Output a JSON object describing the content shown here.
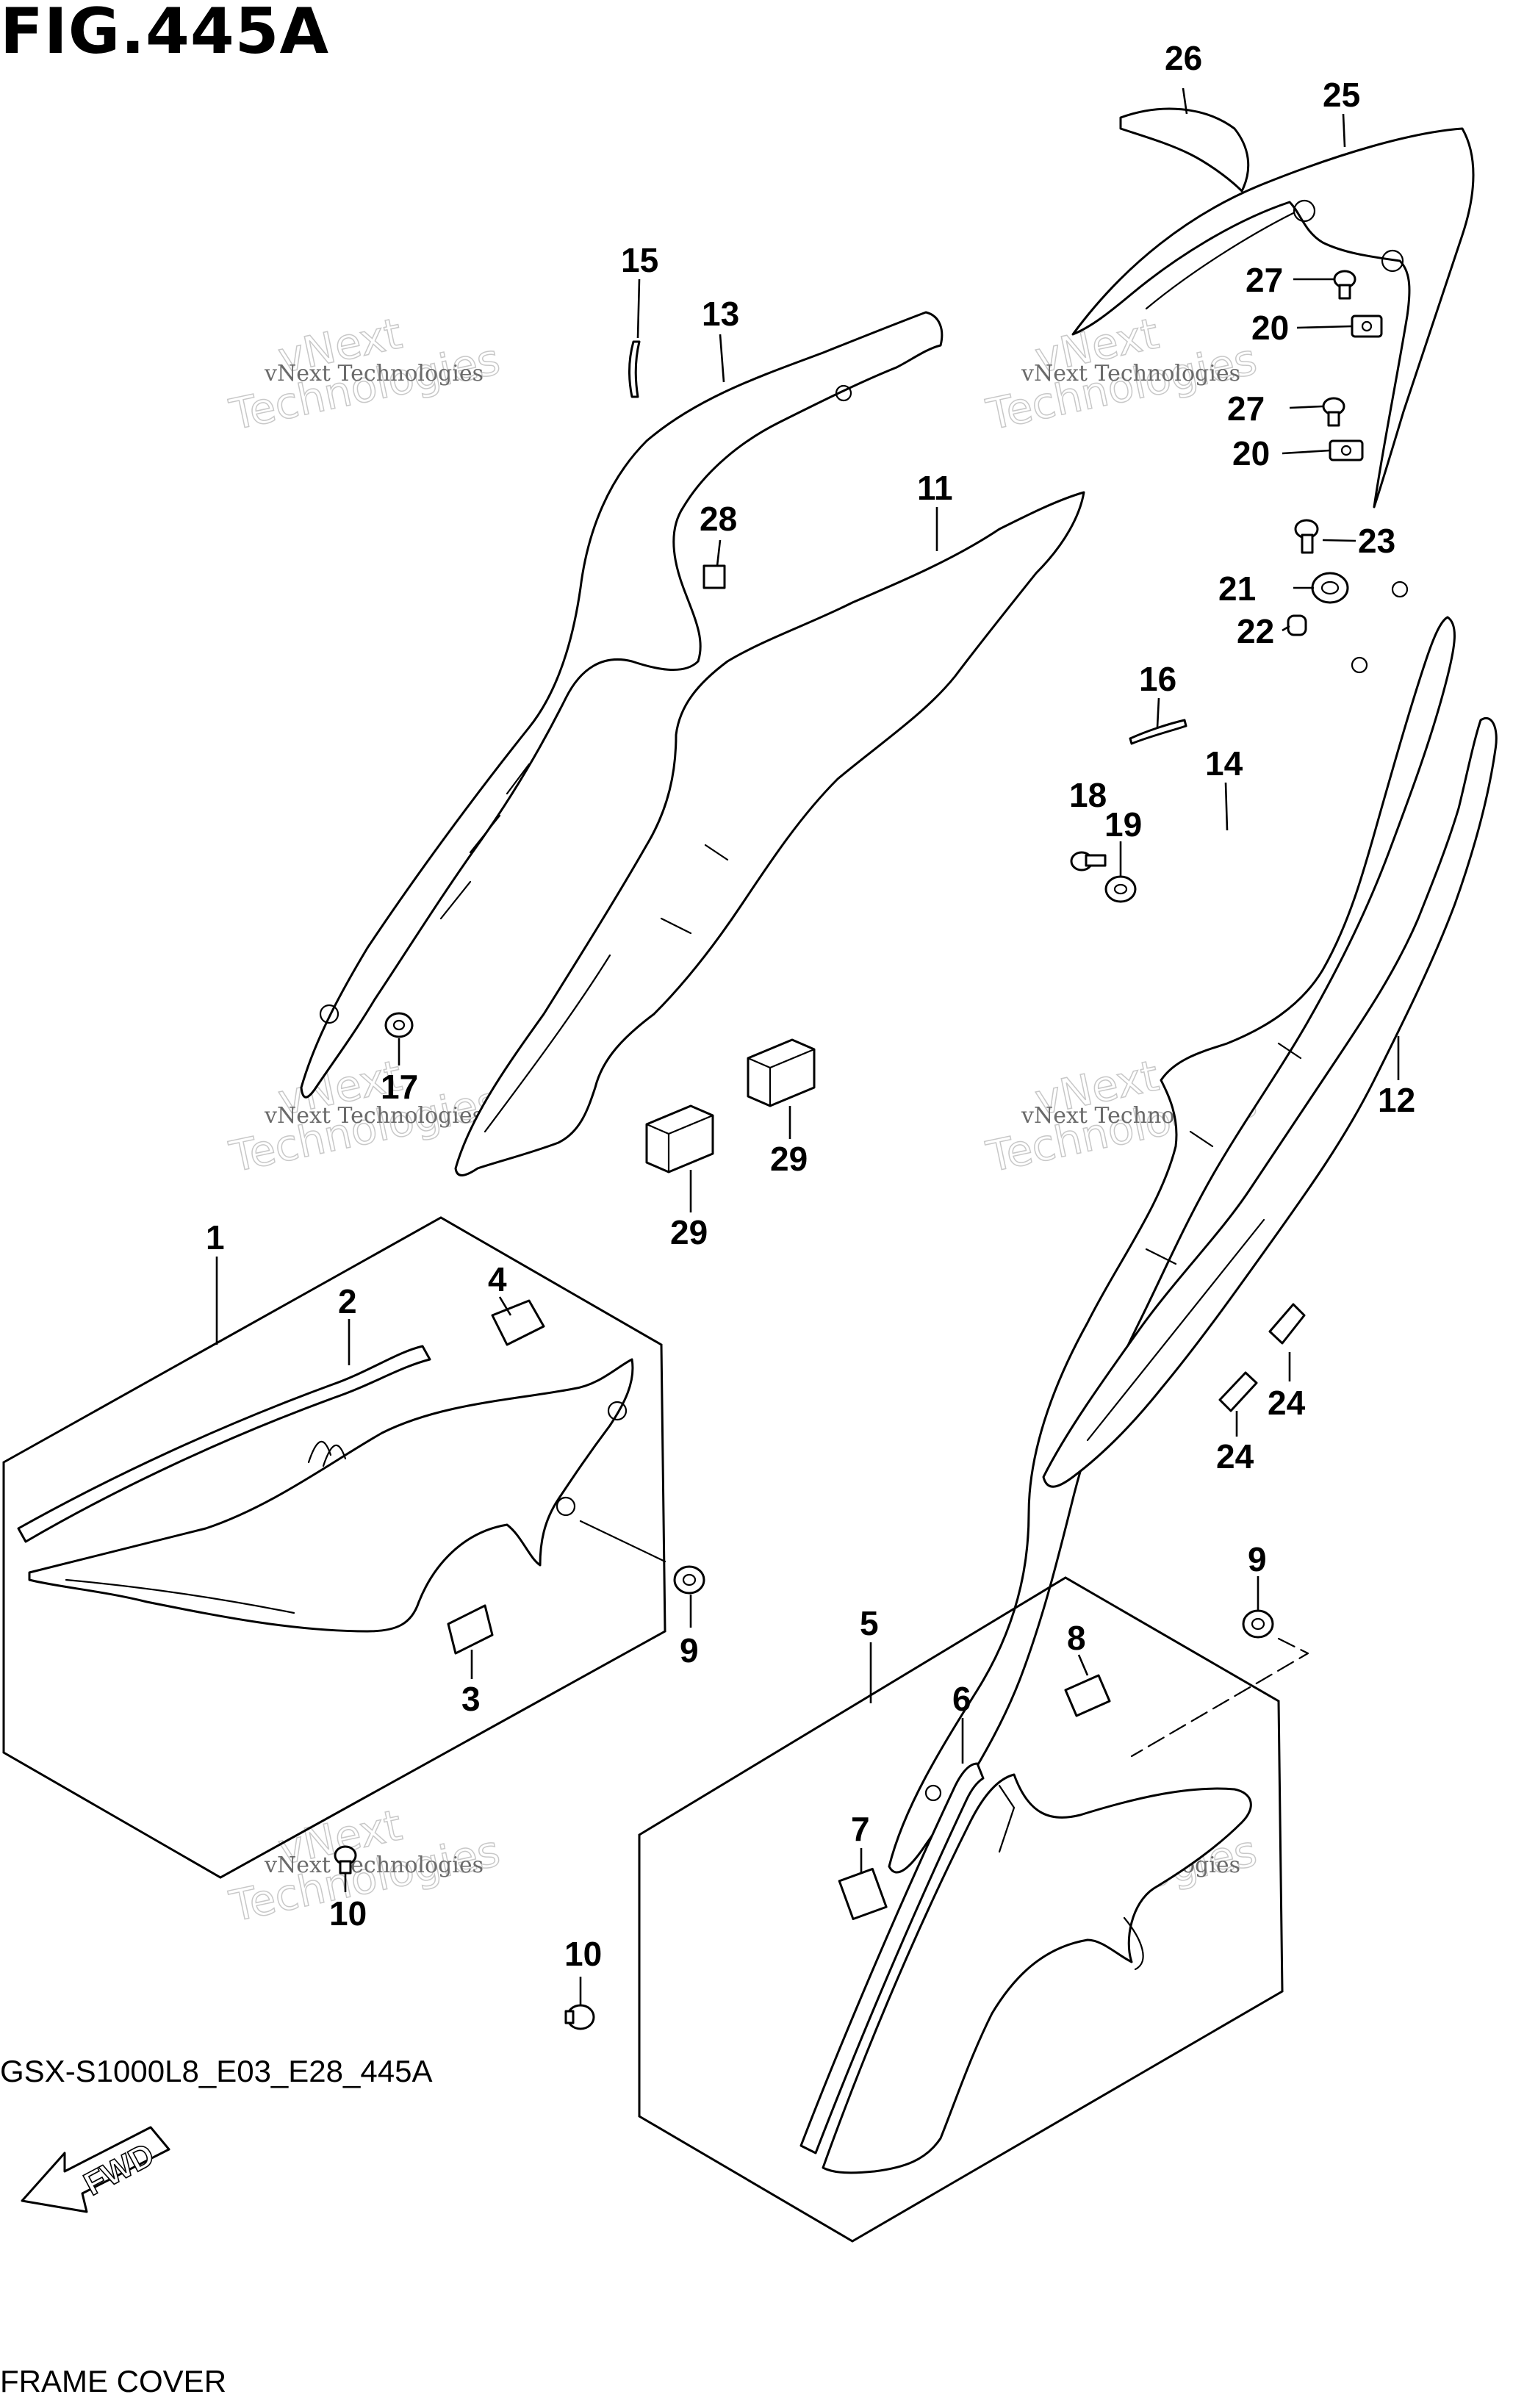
{
  "figure": {
    "title": "FIG.445A",
    "model_code": "GSX-S1000L8_E03_E28_445A",
    "name": "FRAME COVER"
  },
  "watermark": {
    "line_1": "vNext Technologies",
    "line_2": "vNext",
    "line_3": "Technologies"
  },
  "direction_arrow_label": "FWD",
  "callouts": [
    {
      "id": "c26",
      "label": "26"
    },
    {
      "id": "c25",
      "label": "25"
    },
    {
      "id": "c15",
      "label": "15"
    },
    {
      "id": "c13",
      "label": "13"
    },
    {
      "id": "c27a",
      "label": "27"
    },
    {
      "id": "c20a",
      "label": "20"
    },
    {
      "id": "c27b",
      "label": "27"
    },
    {
      "id": "c20b",
      "label": "20"
    },
    {
      "id": "c28",
      "label": "28"
    },
    {
      "id": "c11",
      "label": "11"
    },
    {
      "id": "c23",
      "label": "23"
    },
    {
      "id": "c21",
      "label": "21"
    },
    {
      "id": "c22",
      "label": "22"
    },
    {
      "id": "c16",
      "label": "16"
    },
    {
      "id": "c14",
      "label": "14"
    },
    {
      "id": "c18",
      "label": "18"
    },
    {
      "id": "c19",
      "label": "19"
    },
    {
      "id": "c17",
      "label": "17"
    },
    {
      "id": "c29a",
      "label": "29"
    },
    {
      "id": "c29b",
      "label": "29"
    },
    {
      "id": "c12",
      "label": "12"
    },
    {
      "id": "c1",
      "label": "1"
    },
    {
      "id": "c2",
      "label": "2"
    },
    {
      "id": "c4",
      "label": "4"
    },
    {
      "id": "c24a",
      "label": "24"
    },
    {
      "id": "c24b",
      "label": "24"
    },
    {
      "id": "c9a",
      "label": "9"
    },
    {
      "id": "c3",
      "label": "3"
    },
    {
      "id": "c9b",
      "label": "9"
    },
    {
      "id": "c5",
      "label": "5"
    },
    {
      "id": "c8",
      "label": "8"
    },
    {
      "id": "c6",
      "label": "6"
    },
    {
      "id": "c7",
      "label": "7"
    },
    {
      "id": "c10a",
      "label": "10"
    },
    {
      "id": "c10b",
      "label": "10"
    }
  ]
}
